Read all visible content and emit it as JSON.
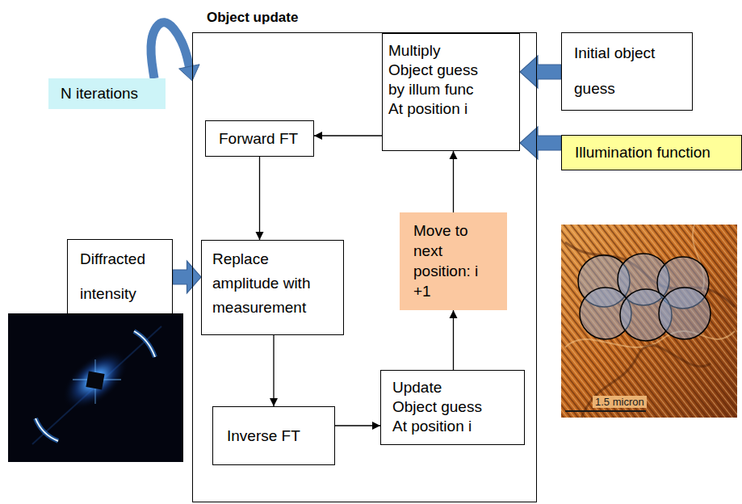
{
  "diagram": {
    "nodes": [
      {
        "text": [
          "Object update"
        ]
      },
      {
        "text": [
          "Multiply Object guess by illum func At position i"
        ],
        "in": 0
      },
      {
        "text": [
          "Forward FT"
        ],
        "in": 0
      },
      {
        "text": [
          "Replace amplitude with measurement"
        ],
        "in": 0
      },
      {
        "text": [
          "Move to next position: i +1"
        ],
        "in": 0
      },
      {
        "text": [
          "Inverse FT"
        ],
        "in": 0
      },
      {
        "text": [
          "Update Object guess At position i"
        ],
        "in": 0
      },
      {
        "text": [
          "N iterations"
        ]
      },
      {
        "text": [
          "Initial object guess"
        ]
      },
      {
        "text": [
          "Illumination function"
        ]
      },
      {
        "text": [
          "Diffracted intensity"
        ]
      }
    ],
    "edges": [
      {
        "from": 1,
        "to": 2,
        "arrow": "to"
      },
      {
        "from": 2,
        "to": 3,
        "arrow": "to"
      },
      {
        "from": 3,
        "to": 5,
        "arrow": "to"
      },
      {
        "from": 5,
        "to": 6,
        "arrow": "to"
      },
      {
        "from": 6,
        "to": 4,
        "arrow": "to"
      },
      {
        "from": 4,
        "to": 1,
        "arrow": "to"
      },
      {
        "from": 8,
        "to": 1,
        "arrow": "to"
      },
      {
        "from": 9,
        "to": 1,
        "arrow": "to"
      },
      {
        "from": 10,
        "to": 3,
        "arrow": "to"
      },
      {
        "from": 7,
        "to": 0,
        "arrow": "to"
      }
    ],
    "labels": [
      "1.5 micron"
    ]
  }
}
